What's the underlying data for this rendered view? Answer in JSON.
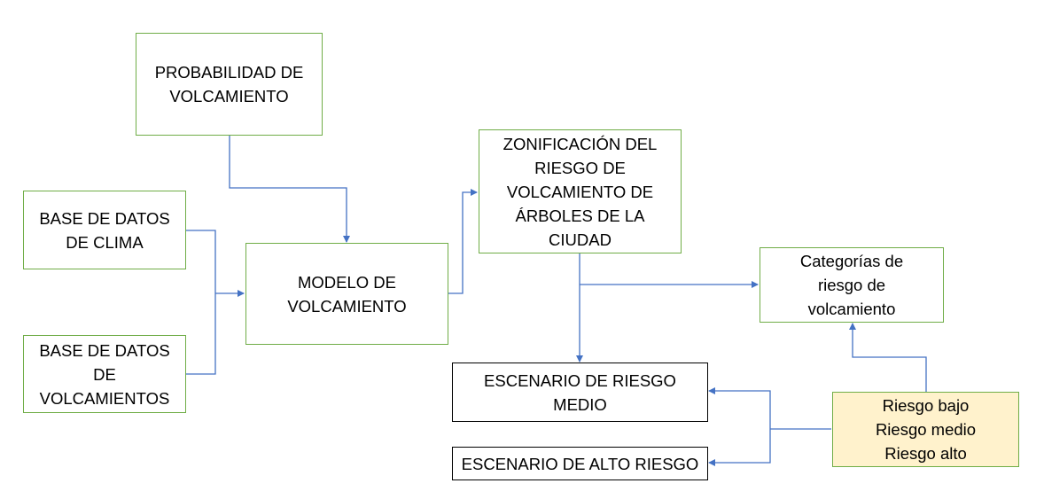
{
  "colors": {
    "green_border": "#70ad47",
    "connector": "#4472c4",
    "highlight_fill": "#fff2cc"
  },
  "nodes": {
    "probabilidad": "PROBABILIDAD DE\nVOLCAMIENTO",
    "clima": "BASE DE DATOS\nDE CLIMA",
    "volcamientos": "BASE DE DATOS\nDE\nVOLCAMIENTOS",
    "modelo": "MODELO DE\nVOLCAMIENTO",
    "zonificacion": "ZONIFICACIÓN DEL\nRIESGO DE\nVOLCAMIENTO DE\nÁRBOLES DE LA\nCIUDAD",
    "categorias": "Categorías de\nriesgo de\nvolcamiento",
    "escenario_medio": "ESCENARIO DE RIESGO\nMEDIO",
    "escenario_alto": "ESCENARIO DE ALTO RIESGO",
    "riesgos": "Riesgo bajo\nRiesgo medio\nRiesgo alto"
  }
}
